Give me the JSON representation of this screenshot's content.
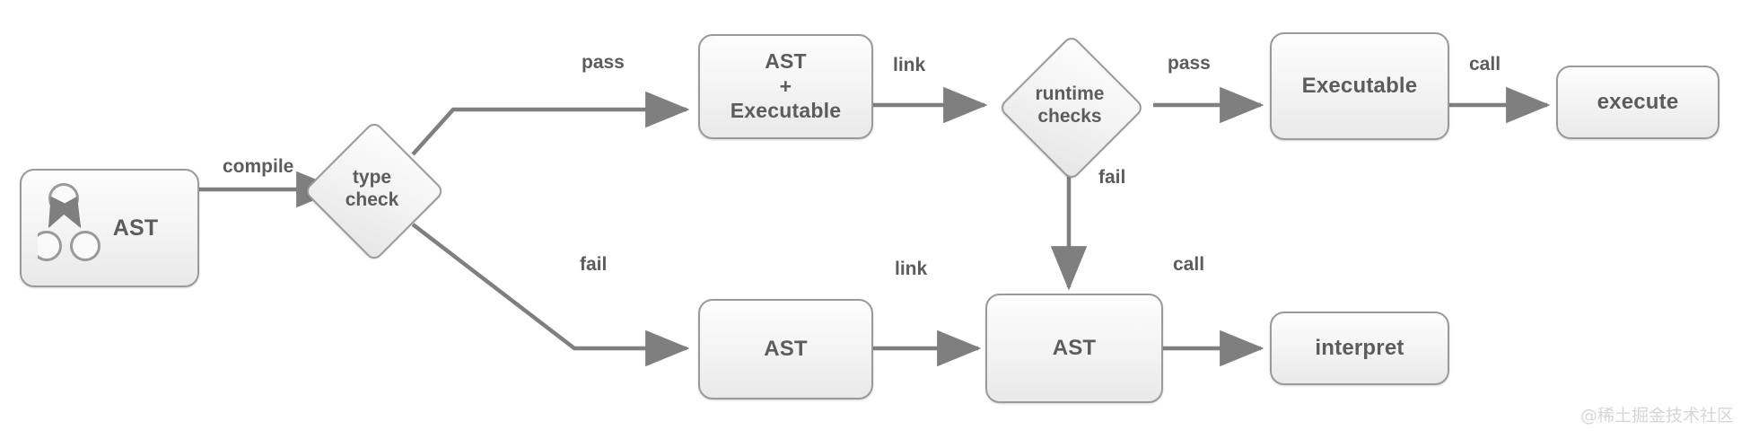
{
  "diagram": {
    "title": "compile and interpret pipeline flowchart",
    "colors": {
      "node_stroke": "#9a9a9a",
      "node_fill_top": "#fdfdfd",
      "node_fill_bottom": "#e9e9e9",
      "text": "#5c5c5c",
      "edge": "#7f7f7f",
      "background": "#ffffff",
      "watermark": "#d6d6d6"
    },
    "nodes": [
      {
        "id": "ast-source",
        "label": "AST",
        "shape": "rounded-rect",
        "has_tree_icon": true
      },
      {
        "id": "type-check",
        "label": "type\ncheck",
        "shape": "diamond",
        "has_tree_icon": false
      },
      {
        "id": "ast-plus-exe",
        "label": "AST\n+\nExecutable",
        "shape": "rounded-rect",
        "has_tree_icon": false
      },
      {
        "id": "runtime-checks",
        "label": "runtime\nchecks",
        "shape": "diamond",
        "has_tree_icon": false
      },
      {
        "id": "executable",
        "label": "Executable",
        "shape": "rounded-rect",
        "has_tree_icon": false
      },
      {
        "id": "execute",
        "label": "execute",
        "shape": "rounded-rect",
        "has_tree_icon": false
      },
      {
        "id": "ast-fail",
        "label": "AST",
        "shape": "rounded-rect",
        "has_tree_icon": false
      },
      {
        "id": "ast-linked",
        "label": "AST",
        "shape": "rounded-rect",
        "has_tree_icon": false
      },
      {
        "id": "interpret",
        "label": "interpret",
        "shape": "rounded-rect",
        "has_tree_icon": false
      }
    ],
    "edges": [
      {
        "id": "e-compile",
        "from": "ast-source",
        "to": "type-check",
        "label": "compile"
      },
      {
        "id": "e-pass-top",
        "from": "type-check",
        "to": "ast-plus-exe",
        "label": "pass"
      },
      {
        "id": "e-link-top",
        "from": "ast-plus-exe",
        "to": "runtime-checks",
        "label": "link"
      },
      {
        "id": "e-pass-runtime",
        "from": "runtime-checks",
        "to": "executable",
        "label": "pass"
      },
      {
        "id": "e-call-exe",
        "from": "executable",
        "to": "execute",
        "label": "call"
      },
      {
        "id": "e-fail-runtime",
        "from": "runtime-checks",
        "to": "ast-linked",
        "label": "fail"
      },
      {
        "id": "e-fail-type",
        "from": "type-check",
        "to": "ast-fail",
        "label": "fail"
      },
      {
        "id": "e-link-bottom",
        "from": "ast-fail",
        "to": "ast-linked",
        "label": "link"
      },
      {
        "id": "e-call-interp",
        "from": "ast-linked",
        "to": "interpret",
        "label": "call"
      }
    ],
    "watermark": "@稀土掘金技术社区"
  }
}
